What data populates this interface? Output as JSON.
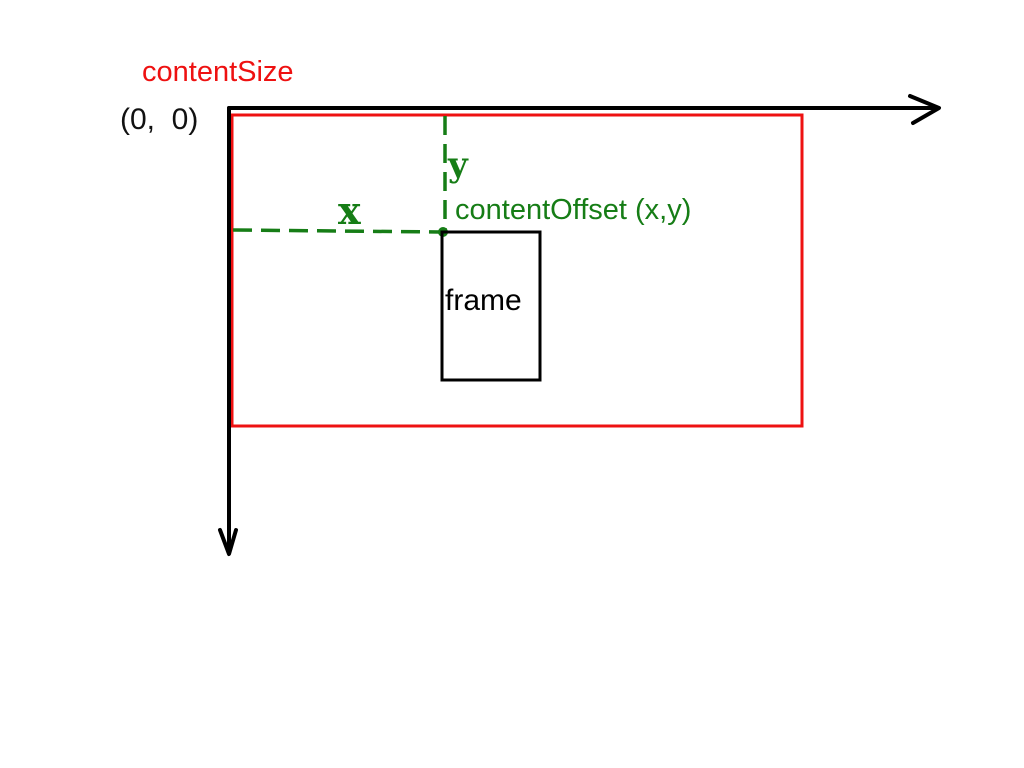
{
  "labels": {
    "content_size": "contentSize",
    "origin": "(0,  0)",
    "content_offset": "contentOffset (x,y)",
    "frame": "frame",
    "x": "x",
    "y": "y"
  },
  "colors": {
    "content_size": "#ee1111",
    "offset": "#167d16",
    "axes": "#000000",
    "frame": "#000000"
  }
}
